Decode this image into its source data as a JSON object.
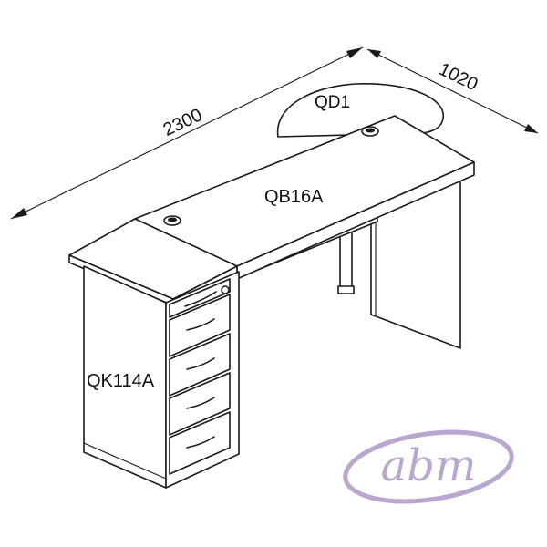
{
  "dimensions": {
    "width": "2300",
    "depth": "1020"
  },
  "parts": {
    "top": "QB16A",
    "return": "QD1",
    "pedestal": "QK114A"
  },
  "logo": {
    "text": "abm",
    "color": "#b9a7cf"
  },
  "colors": {
    "line": "#1a1a1a",
    "background": "#ffffff"
  }
}
